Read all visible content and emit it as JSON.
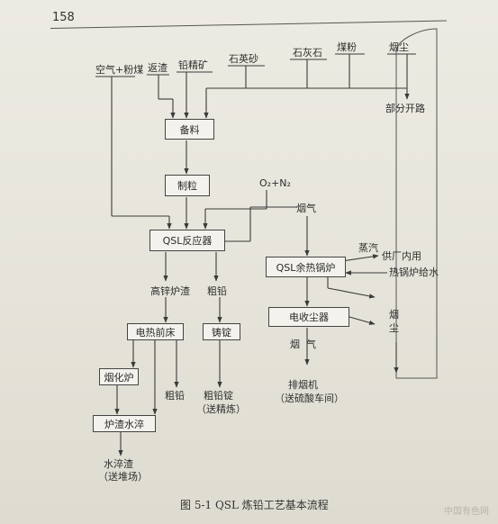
{
  "page_number": "158",
  "inputs": {
    "air_coal": "空气+粉煤",
    "return_slag": "返渣",
    "lead_concentrate": "铅精矿",
    "quartz_sand": "石英砂",
    "limestone": "石灰石",
    "coal_powder": "煤粉",
    "dust": "烟尘"
  },
  "oxygen_nitrogen": "O₂+N₂",
  "partial_open_circuit": "部分开路",
  "boxes": {
    "batching": "备料",
    "pelletizing": "制粒",
    "qsl_reactor": "QSL反应器",
    "electric_forehearth": "电热前床",
    "casting": "铸锭",
    "fuming_furnace": "烟化炉",
    "slag_quench": "炉渣水淬",
    "waste_heat_boiler": "QSL余热锅炉",
    "electrostatic_precipitator": "电收尘器"
  },
  "labels": {
    "high_zinc_slag": "高锌炉渣",
    "crude_lead": "粗铅",
    "crude_lead_2": "粗铅",
    "crude_lead_ingot": "粗铅锭",
    "to_refining": "（送精炼）",
    "water_quench_slag": "水淬渣",
    "to_storage": "（送堆场）",
    "flue_gas": "烟气",
    "flue_gas_2": "烟",
    "flue_gas_3": "气",
    "steam": "蒸汽",
    "plant_use": "供厂内用",
    "boiler_feedwater": "热锅炉给水",
    "dust_out_1": "烟",
    "dust_out_2": "尘",
    "exhaust_fan": "排烟机",
    "to_acid_plant": "（送硫酸车间）"
  },
  "caption": "图 5-1   QSL 炼铅工艺基本流程",
  "watermark": "中国有色网"
}
